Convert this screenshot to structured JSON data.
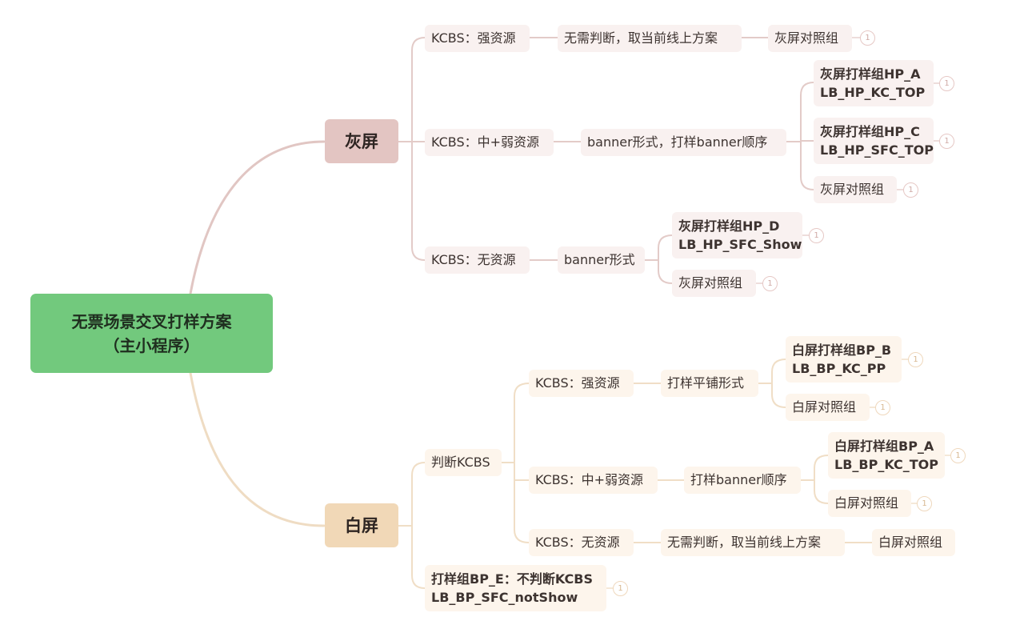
{
  "root": {
    "line1": "无票场景交叉打样方案",
    "line2": "（主小程序）"
  },
  "gray": {
    "label": "灰屏",
    "strong": {
      "kcbs": "KCBS：强资源",
      "decision": "无需判断，取当前线上方案",
      "control": "灰屏对照组",
      "control_badge": "1"
    },
    "medium": {
      "kcbs": "KCBS：中+弱资源",
      "banner": "banner形式，打样banner顺序",
      "groupA": {
        "line1": "灰屏打样组HP_A",
        "line2": "LB_HP_KC_TOP",
        "badge": "1"
      },
      "groupC": {
        "line1": "灰屏打样组HP_C",
        "line2": "LB_HP_SFC_TOP",
        "badge": "1"
      },
      "control": "灰屏对照组",
      "control_badge": "1"
    },
    "none": {
      "kcbs": "KCBS：无资源",
      "banner": "banner形式",
      "groupD": {
        "line1": "灰屏打样组HP_D",
        "line2": "LB_HP_SFC_Show",
        "badge": "1"
      },
      "control": "灰屏对照组",
      "control_badge": "1"
    }
  },
  "white": {
    "label": "白屏",
    "judge": "判断KCBS",
    "strong": {
      "kcbs": "KCBS：强资源",
      "style": "打样平铺形式",
      "groupB": {
        "line1": "白屏打样组BP_B",
        "line2": "LB_BP_KC_PP",
        "badge": "1"
      },
      "control": "白屏对照组",
      "control_badge": "1"
    },
    "medium": {
      "kcbs": "KCBS：中+弱资源",
      "style": "打样banner顺序",
      "groupA": {
        "line1": "白屏打样组BP_A",
        "line2": "LB_BP_KC_TOP",
        "badge": "1"
      },
      "control": "白屏对照组",
      "control_badge": "1"
    },
    "none": {
      "kcbs": "KCBS：无资源",
      "decision": "无需判断，取当前线上方案",
      "control": "白屏对照组"
    },
    "groupE": {
      "line1": "打样组BP_E：不判断KCBS",
      "line2": "LB_BP_SFC_notShow",
      "badge": "1"
    }
  },
  "colors": {
    "root": "#72c97d",
    "gray_branch": "#e3c5c2",
    "white_branch": "#f1d8b7",
    "gray_line": "#e2c9c6",
    "white_line": "#f0dcc3"
  }
}
